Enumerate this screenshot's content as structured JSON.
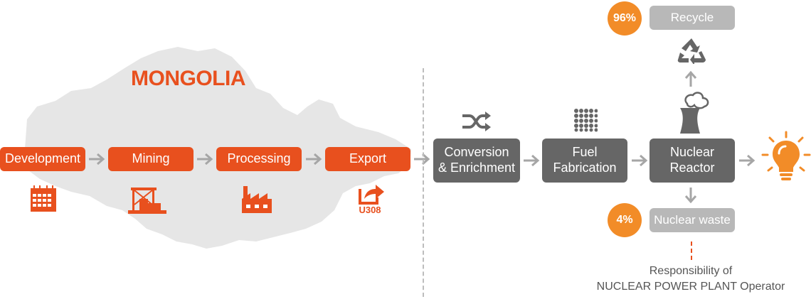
{
  "region": {
    "title": "MONGOLIA"
  },
  "mongolia_steps": [
    {
      "label": "Development"
    },
    {
      "label": "Mining"
    },
    {
      "label": "Processing"
    },
    {
      "label": "Export"
    }
  ],
  "export_icon_text": "U308",
  "fuel_cycle": {
    "conversion": "Conversion\n& Enrichment",
    "fabrication": "Fuel\nFabrication",
    "reactor": "Nuclear\nReactor"
  },
  "recycle": {
    "percent": "96%",
    "label": "Recycle"
  },
  "waste": {
    "percent": "4%",
    "label": "Nuclear waste"
  },
  "responsibility": {
    "line1": "Responsibility of",
    "line2": "NUCLEAR POWER PLANT Operator"
  },
  "colors": {
    "orange": "#e8501e",
    "light_orange": "#f28c28",
    "dark_gray": "#666666",
    "light_gray": "#b8b8b8",
    "map_gray": "#e6e6e6",
    "arrow_gray": "#a6a6a6"
  },
  "icons": [
    "calendar-icon",
    "mining-rig-icon",
    "factory-icon",
    "export-share-icon",
    "shuffle-icon",
    "fuel-grid-icon",
    "cooling-tower-icon",
    "recycle-icon",
    "light-bulb-icon"
  ]
}
